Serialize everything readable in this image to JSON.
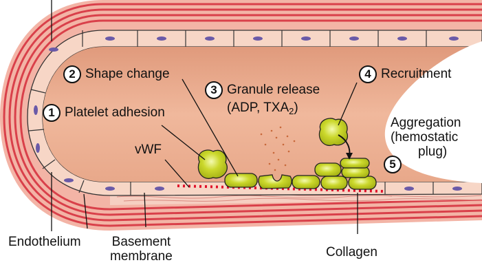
{
  "labels": {
    "step1": {
      "number": "1",
      "text": "Platelet adhesion"
    },
    "step2": {
      "number": "2",
      "text": "Shape change"
    },
    "step3": {
      "number": "3",
      "text": "Granule release",
      "line2_prefix": "(ADP, TXA",
      "line2_sub": "2",
      "line2_suffix": ")"
    },
    "step4": {
      "number": "4",
      "text": "Recruitment"
    },
    "step5": {
      "number": "5",
      "text_lines": [
        "Aggregation",
        "(hemostatic",
        "plug)"
      ]
    },
    "vwf": "vWF",
    "endothelium": "Endothelium",
    "basement_membrane": [
      "Basement",
      "membrane"
    ],
    "collagen": "Collagen"
  },
  "colors": {
    "vessel_wall": "#d9404a",
    "lumen": "#e9a88a",
    "endothelium": "#f7d6c6",
    "platelet": "#c9d62a",
    "vwf_dots": "#e0102a"
  }
}
